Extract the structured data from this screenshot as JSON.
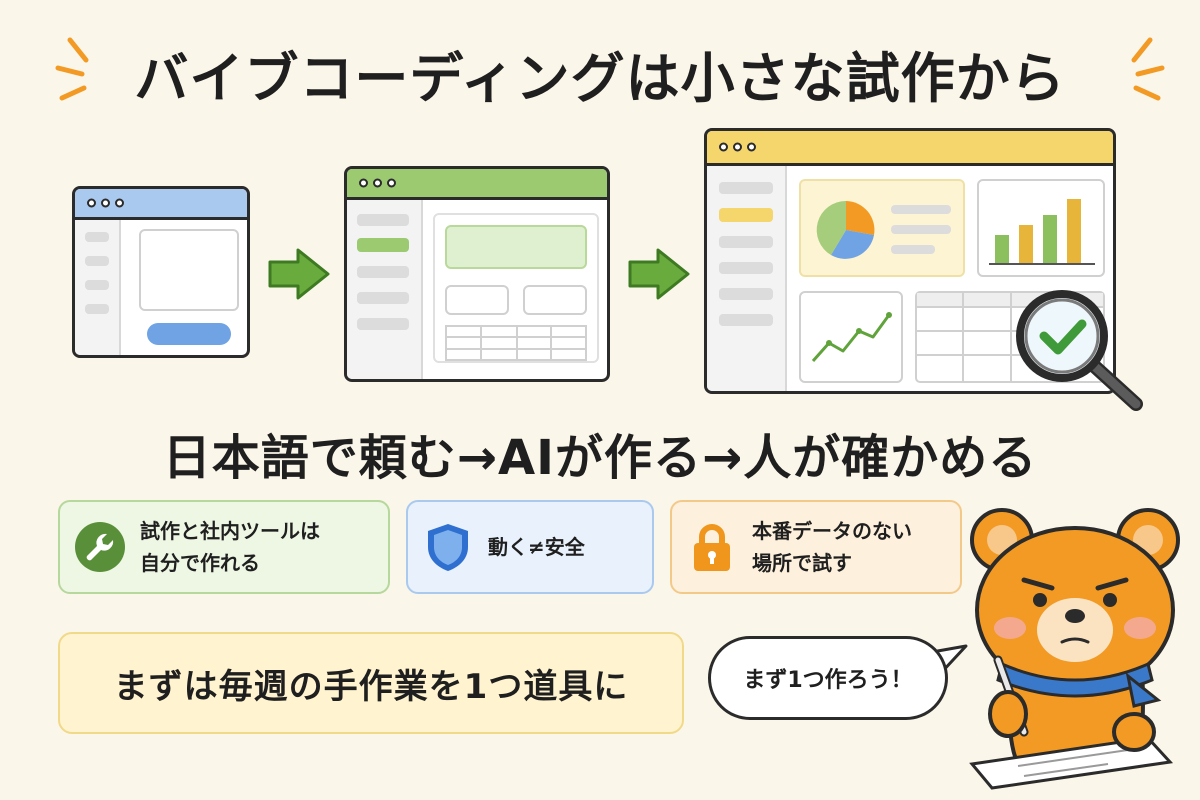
{
  "title": "バイブコーディングは小さな試作から",
  "flow_text": "日本語で頼む→AIが作る→人が確かめる",
  "cards": [
    {
      "line1": "試作と社内ツールは",
      "line2": "自分で作れる",
      "icon": "wrench-icon",
      "color": "#5a8f3a"
    },
    {
      "line1": "動く≠安全",
      "line2": "",
      "icon": "shield-icon",
      "color": "#2f6fd0"
    },
    {
      "line1": "本番データのない",
      "line2": "場所で試す",
      "icon": "lock-icon",
      "color": "#f0961c"
    }
  ],
  "bottom_message": "まずは毎週の手作業を1つ道具に",
  "speech_bubble": "まず1つ作ろう！",
  "colors": {
    "window1_bar": "#a9c9ef",
    "window2_bar": "#9bca71",
    "window3_bar": "#f5d66c",
    "arrow": "#6aab3d",
    "accent_orange": "#f29a24"
  }
}
